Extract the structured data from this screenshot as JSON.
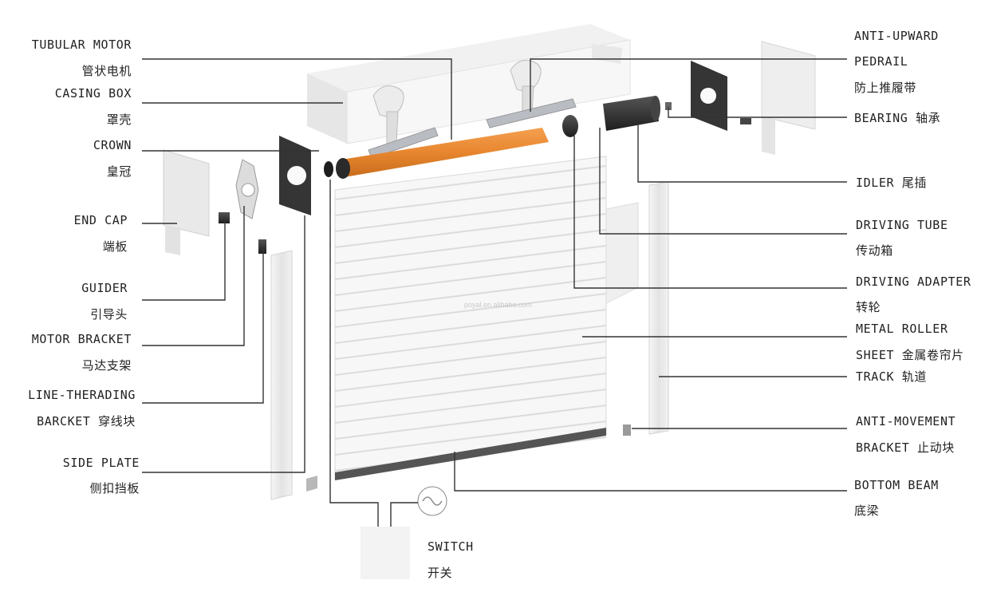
{
  "watermark": "poyal.en.alibaba.com",
  "labels_left": [
    {
      "id": "tubular-motor",
      "en": "TUBULAR MOTOR",
      "zh": "管状电机"
    },
    {
      "id": "casing-box",
      "en": "CASING BOX",
      "zh": "罩壳"
    },
    {
      "id": "crown",
      "en": "CROWN",
      "zh": "皇冠"
    },
    {
      "id": "end-cap",
      "en": "END CAP",
      "zh": "端板"
    },
    {
      "id": "guider",
      "en": "GUIDER",
      "zh": "引导头"
    },
    {
      "id": "motor-bracket",
      "en": "MOTOR BRACKET",
      "zh": "马达支架"
    },
    {
      "id": "line-threading-bracket",
      "en": "LINE-THERADING",
      "zh": "BARCKET 穿线块"
    },
    {
      "id": "side-plate",
      "en": "SIDE PLATE",
      "zh": "侧扣挡板"
    }
  ],
  "labels_right": [
    {
      "id": "anti-upward-pedrail",
      "line1": "ANTI-UPWARD",
      "line2": "PEDRAIL",
      "line3": "防上推履带"
    },
    {
      "id": "bearing",
      "line1": "BEARING 轴承"
    },
    {
      "id": "idler",
      "line1": "IDLER 尾插"
    },
    {
      "id": "driving-tube",
      "line1": "DRIVING TUBE",
      "line2": "传动箱"
    },
    {
      "id": "driving-adapter",
      "line1": "DRIVING ADAPTER",
      "line2": "转轮"
    },
    {
      "id": "metal-roller-sheet",
      "line1": "METAL ROLLER",
      "line2": "SHEET 金属卷帘片"
    },
    {
      "id": "track",
      "line1": "TRACK 轨道"
    },
    {
      "id": "anti-movement-bracket",
      "line1": "ANTI-MOVEMENT",
      "line2": "BRACKET 止动块"
    },
    {
      "id": "bottom-beam",
      "line1": "BOTTOM BEAM",
      "line2": "底梁"
    }
  ],
  "switch": {
    "en": "SWITCH",
    "zh": "开关"
  },
  "colors": {
    "motor": "#e8862f",
    "leader": "#333333",
    "metal": "#e9e9e9",
    "dark_part": "#3a3a3a"
  }
}
